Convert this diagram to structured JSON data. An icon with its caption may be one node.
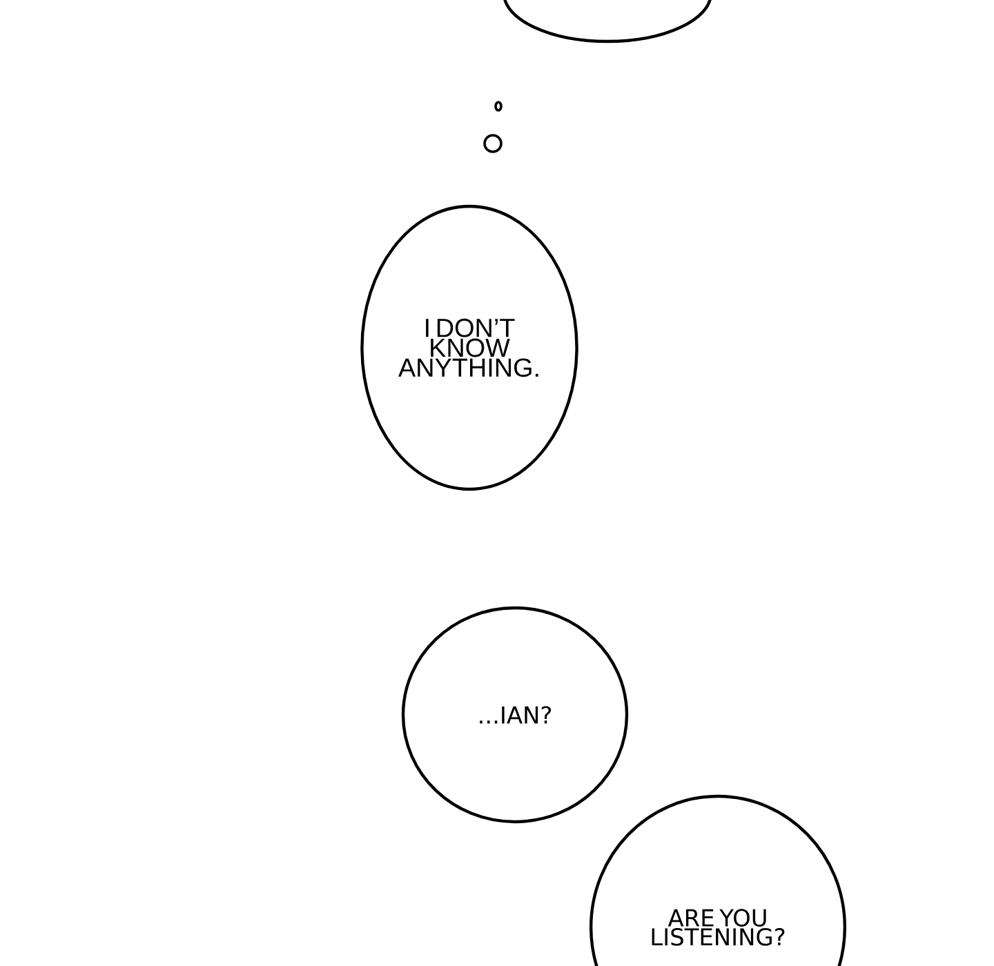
{
  "diagram": {
    "nodes": [
      {
        "text": [],
        "shape": "circle"
      },
      {
        "text": [
          "I DON’T KNOW ANYTHING."
        ]
      },
      {
        "text": [
          "...IAN?"
        ]
      },
      {
        "text": [
          "ARE YOU LISTENING?"
        ]
      }
    ]
  }
}
